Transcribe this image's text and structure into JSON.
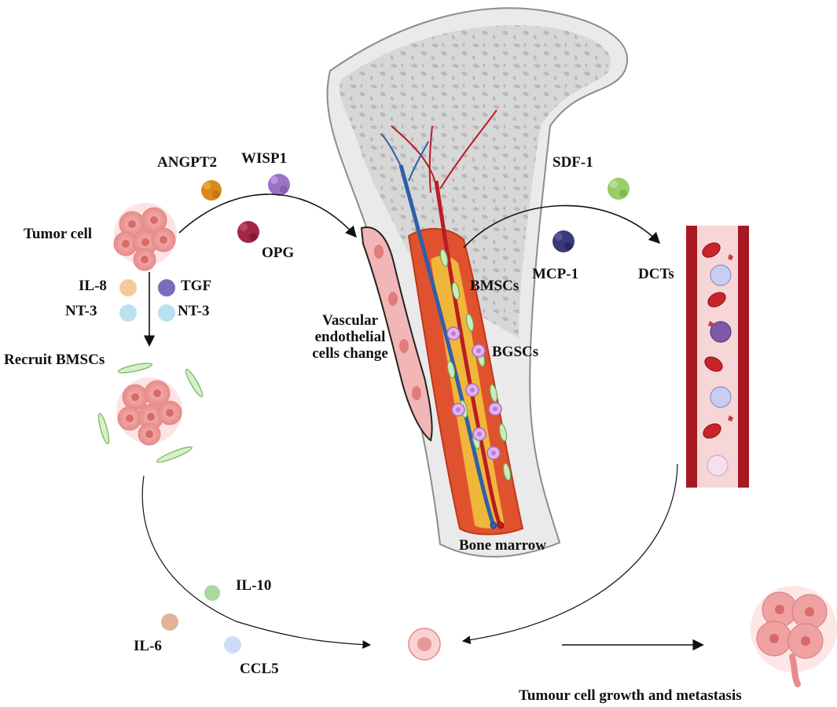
{
  "labels": {
    "angpt2": "ANGPT2",
    "wisp1": "WISP1",
    "opg": "OPG",
    "sdf1": "SDF-1",
    "mcp1": "MCP-1",
    "dcts": "DCTs",
    "tumor_cell": "Tumor cell",
    "il8": "IL-8",
    "tgf": "TGF",
    "nt3_left": "NT-3",
    "nt3_right": "NT-3",
    "recruit_bmscs": "Recruit BMSCs",
    "vascular_line1": "Vascular",
    "vascular_line2": "endothelial",
    "vascular_line3": "cells change",
    "bmscs": "BMSCs",
    "bgscs": "BGSCs",
    "bone_marrow": "Bone marrow",
    "il10": "IL-10",
    "il6": "IL-6",
    "ccl5": "CCL5",
    "growth_metastasis": "Tumour cell growth and metastasis"
  },
  "colors": {
    "angpt2": "#d98a1c",
    "wisp1": "#9b72c4",
    "opg": "#a02845",
    "sdf1": "#9acd6a",
    "mcp1": "#3b3a78",
    "il8": "#f5c99a",
    "tgf": "#7b6bbd",
    "nt3": "#b9e1f0",
    "il10": "#a9d99c",
    "il6": "#e0b39a",
    "ccl5": "#cfdcf7",
    "tumor": "#f2a6a6",
    "bone": "#d5d5d5",
    "marrow": "#e0522e",
    "vessel_red": "#b81d24",
    "vessel_blue": "#2f5fa8",
    "blood_vessel": "#a81821",
    "bmsc": "#cde9bd",
    "bgsc": "#d9a6e8"
  }
}
